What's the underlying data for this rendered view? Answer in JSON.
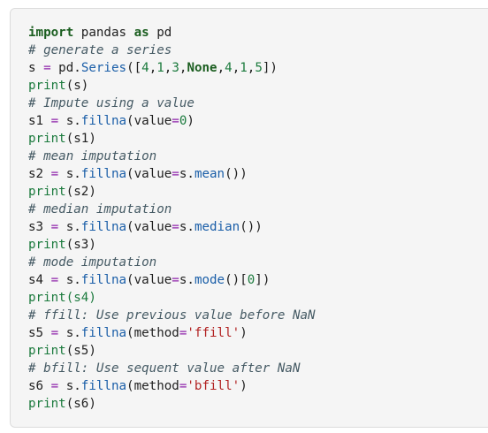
{
  "code": {
    "lines": [
      [
        {
          "t": "import",
          "c": "kw"
        },
        {
          "t": " pandas ",
          "c": ""
        },
        {
          "t": "as",
          "c": "kw"
        },
        {
          "t": " pd",
          "c": ""
        }
      ],
      [
        {
          "t": "# generate a series",
          "c": "cm"
        }
      ],
      [
        {
          "t": "s ",
          "c": ""
        },
        {
          "t": "=",
          "c": "op"
        },
        {
          "t": " pd.",
          "c": ""
        },
        {
          "t": "Series",
          "c": "fn"
        },
        {
          "t": "([",
          "c": ""
        },
        {
          "t": "4",
          "c": "num"
        },
        {
          "t": ",",
          "c": ""
        },
        {
          "t": "1",
          "c": "num"
        },
        {
          "t": ",",
          "c": ""
        },
        {
          "t": "3",
          "c": "num"
        },
        {
          "t": ",",
          "c": ""
        },
        {
          "t": "None",
          "c": "cn"
        },
        {
          "t": ",",
          "c": ""
        },
        {
          "t": "4",
          "c": "num"
        },
        {
          "t": ",",
          "c": ""
        },
        {
          "t": "1",
          "c": "num"
        },
        {
          "t": ",",
          "c": ""
        },
        {
          "t": "5",
          "c": "num"
        },
        {
          "t": "])",
          "c": ""
        }
      ],
      [
        {
          "t": "print",
          "c": "bi"
        },
        {
          "t": "(s)",
          "c": ""
        }
      ],
      [
        {
          "t": "# Impute using a value",
          "c": "cm"
        }
      ],
      [
        {
          "t": "s1 ",
          "c": ""
        },
        {
          "t": "=",
          "c": "op"
        },
        {
          "t": " s.",
          "c": ""
        },
        {
          "t": "fillna",
          "c": "fn"
        },
        {
          "t": "(value",
          "c": ""
        },
        {
          "t": "=",
          "c": "op"
        },
        {
          "t": "0",
          "c": "num"
        },
        {
          "t": ")",
          "c": ""
        }
      ],
      [
        {
          "t": "print",
          "c": "bi"
        },
        {
          "t": "(s1)",
          "c": ""
        }
      ],
      [
        {
          "t": "# mean imputation",
          "c": "cm"
        }
      ],
      [
        {
          "t": "s2 ",
          "c": ""
        },
        {
          "t": "=",
          "c": "op"
        },
        {
          "t": " s.",
          "c": ""
        },
        {
          "t": "fillna",
          "c": "fn"
        },
        {
          "t": "(value",
          "c": ""
        },
        {
          "t": "=",
          "c": "op"
        },
        {
          "t": "s.",
          "c": ""
        },
        {
          "t": "mean",
          "c": "fn"
        },
        {
          "t": "())",
          "c": ""
        }
      ],
      [
        {
          "t": "print",
          "c": "bi"
        },
        {
          "t": "(s2)",
          "c": ""
        }
      ],
      [
        {
          "t": "# median imputation",
          "c": "cm"
        }
      ],
      [
        {
          "t": "s3 ",
          "c": ""
        },
        {
          "t": "=",
          "c": "op"
        },
        {
          "t": " s.",
          "c": ""
        },
        {
          "t": "fillna",
          "c": "fn"
        },
        {
          "t": "(value",
          "c": ""
        },
        {
          "t": "=",
          "c": "op"
        },
        {
          "t": "s.",
          "c": ""
        },
        {
          "t": "median",
          "c": "fn"
        },
        {
          "t": "())",
          "c": ""
        }
      ],
      [
        {
          "t": "print",
          "c": "bi"
        },
        {
          "t": "(s3)",
          "c": ""
        }
      ],
      [
        {
          "t": "# mode imputation",
          "c": "cm"
        }
      ],
      [
        {
          "t": "s4 ",
          "c": ""
        },
        {
          "t": "=",
          "c": "op"
        },
        {
          "t": " s.",
          "c": ""
        },
        {
          "t": "fillna",
          "c": "fn"
        },
        {
          "t": "(value",
          "c": ""
        },
        {
          "t": "=",
          "c": "op"
        },
        {
          "t": "s.",
          "c": ""
        },
        {
          "t": "mode",
          "c": "fn"
        },
        {
          "t": "()[",
          "c": ""
        },
        {
          "t": "0",
          "c": "num"
        },
        {
          "t": "])",
          "c": ""
        }
      ],
      [
        {
          "t": "print",
          "c": "bi"
        },
        {
          "t": "(s4)",
          "c": "bi"
        }
      ],
      [
        {
          "t": "# ffill: Use previous value before NaN",
          "c": "cm"
        }
      ],
      [
        {
          "t": "s5 ",
          "c": ""
        },
        {
          "t": "=",
          "c": "op"
        },
        {
          "t": " s.",
          "c": ""
        },
        {
          "t": "fillna",
          "c": "fn"
        },
        {
          "t": "(method",
          "c": ""
        },
        {
          "t": "=",
          "c": "op"
        },
        {
          "t": "'ffill'",
          "c": "str"
        },
        {
          "t": ")",
          "c": ""
        }
      ],
      [
        {
          "t": "print",
          "c": "bi"
        },
        {
          "t": "(s5)",
          "c": ""
        }
      ],
      [
        {
          "t": "# bfill: Use sequent value after NaN",
          "c": "cm"
        }
      ],
      [
        {
          "t": "s6 ",
          "c": ""
        },
        {
          "t": "=",
          "c": "op"
        },
        {
          "t": " s.",
          "c": ""
        },
        {
          "t": "fillna",
          "c": "fn"
        },
        {
          "t": "(method",
          "c": ""
        },
        {
          "t": "=",
          "c": "op"
        },
        {
          "t": "'bfill'",
          "c": "str"
        },
        {
          "t": ")",
          "c": ""
        }
      ],
      [
        {
          "t": "print",
          "c": "bi"
        },
        {
          "t": "(s6)",
          "c": ""
        }
      ]
    ]
  },
  "colors": {
    "background": "#f5f5f5",
    "keyword": "#1b5e20",
    "comment": "#455a64",
    "function": "#1a5ea8",
    "builtin": "#1b7a3d",
    "operator": "#8e24aa",
    "string": "#b22222"
  }
}
